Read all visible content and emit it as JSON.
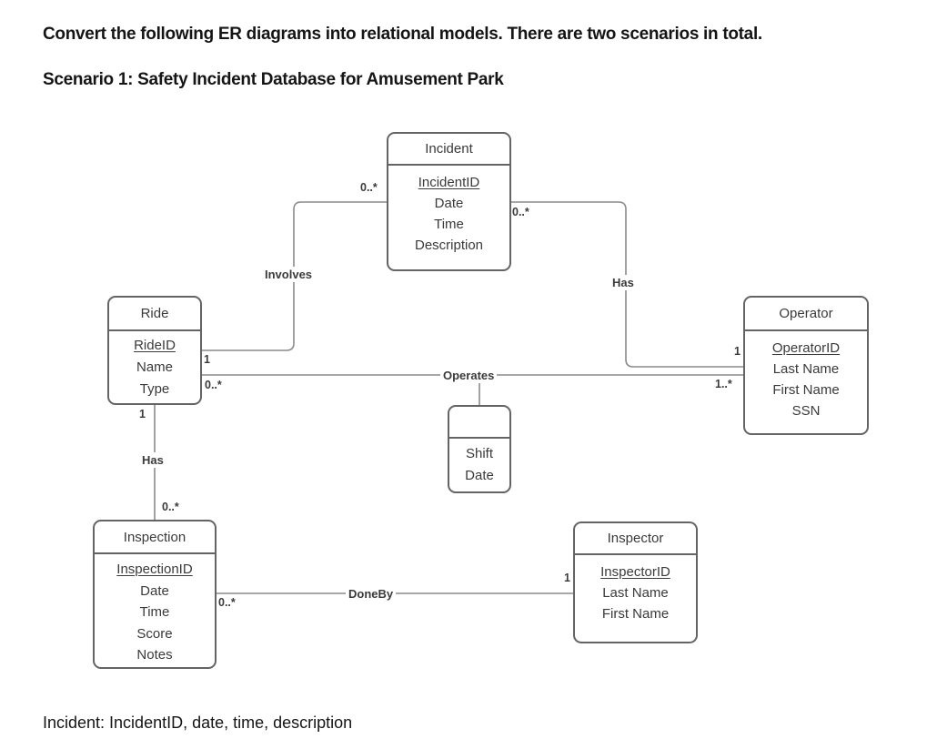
{
  "page": {
    "heading": "Convert the following ER diagrams into relational models. There are two scenarios in total.",
    "scenario_title": "Scenario 1: Safety Incident Database for Amusement Park",
    "footer_note": "Incident: IncidentID, date, time, description"
  },
  "colors": {
    "entity_border": "#646464",
    "connector_line": "#8a8a8a",
    "diagram_text": "#3a3a3a",
    "document_text": "#151515"
  },
  "diagram": {
    "entities": {
      "incident": {
        "title": "Incident",
        "attributes": [
          "IncidentID",
          "Date",
          "Time",
          "Description"
        ],
        "primary_key": "IncidentID"
      },
      "ride": {
        "title": "Ride",
        "attributes": [
          "RideID",
          "Name",
          "Type"
        ],
        "primary_key": "RideID"
      },
      "operator": {
        "title": "Operator",
        "attributes": [
          "OperatorID",
          "Last Name",
          "First Name",
          "SSN"
        ],
        "primary_key": "OperatorID"
      },
      "shift": {
        "title": "",
        "attributes": [
          "Shift",
          "Date"
        ]
      },
      "inspection": {
        "title": "Inspection",
        "attributes": [
          "InspectionID",
          "Date",
          "Time",
          "Score",
          "Notes"
        ],
        "primary_key": "InspectionID"
      },
      "inspector": {
        "title": "Inspector",
        "attributes": [
          "InspectorID",
          "Last Name",
          "First Name"
        ],
        "primary_key": "InspectorID"
      }
    },
    "relationships": {
      "involves": {
        "label": "Involves",
        "cardinality_at_incident": "0..*",
        "cardinality_at_ride": "1"
      },
      "has_operator": {
        "label": "Has",
        "cardinality_at_incident": "0..*",
        "cardinality_at_operator": "1"
      },
      "operates": {
        "label": "Operates",
        "cardinality_at_ride": "0..*",
        "cardinality_at_operator": "1..*"
      },
      "has_inspection": {
        "label": "Has",
        "cardinality_at_ride": "1",
        "cardinality_at_inspection": "0..*"
      },
      "done_by": {
        "label": "DoneBy",
        "cardinality_at_inspection": "0..*",
        "cardinality_at_inspector": "1"
      }
    }
  }
}
